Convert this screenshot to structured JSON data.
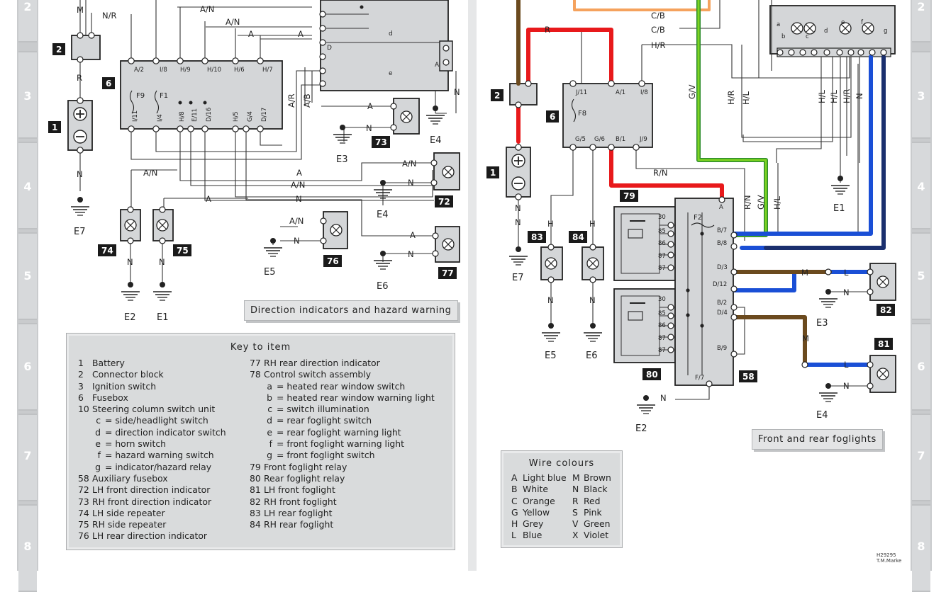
{
  "strips": {
    "rows": [
      "2",
      "3",
      "4",
      "5",
      "6",
      "7",
      "8"
    ]
  },
  "left_panel": {
    "title": "Direction indicators and hazard warning",
    "components": [
      {
        "id": "1",
        "label": "1"
      },
      {
        "id": "2",
        "label": "2"
      },
      {
        "id": "6",
        "label": "6"
      },
      {
        "id": "73",
        "label": "73"
      },
      {
        "id": "72",
        "label": "72"
      },
      {
        "id": "74",
        "label": "74"
      },
      {
        "id": "75",
        "label": "75"
      },
      {
        "id": "76",
        "label": "76"
      },
      {
        "id": "77",
        "label": "77"
      }
    ],
    "earths": [
      "E7",
      "E2",
      "E1",
      "E3",
      "E4",
      "E5",
      "E6",
      "E4"
    ],
    "wire_labels": [
      "N/R",
      "A/N",
      "A/N",
      "A",
      "A",
      "A/N",
      "A",
      "A/N",
      "A",
      "A/N",
      "A",
      "A/N",
      "A",
      "N",
      "N",
      "N",
      "N",
      "N",
      "N",
      "N",
      "N",
      "R",
      "M",
      "A/R",
      "A/B",
      "N"
    ],
    "fusebox_top_pins": [
      "A/2",
      "I/8",
      "H/9",
      "H/10",
      "H/6",
      "H/7"
    ],
    "fusebox_bottom_pins": [
      "I/11",
      "I/4",
      "H/8",
      "E/11",
      "D/16",
      "H/5",
      "G/4",
      "D/17"
    ],
    "fuses": [
      "F9",
      "F1"
    ],
    "switch_labels": [
      "D",
      "A",
      "e",
      "d"
    ]
  },
  "right_panel": {
    "title": "Front and rear foglights",
    "components": [
      {
        "id": "2",
        "label": "2"
      },
      {
        "id": "6",
        "label": "6"
      },
      {
        "id": "1",
        "label": "1"
      },
      {
        "id": "79",
        "label": "79"
      },
      {
        "id": "83",
        "label": "83"
      },
      {
        "id": "84",
        "label": "84"
      },
      {
        "id": "80",
        "label": "80"
      },
      {
        "id": "58",
        "label": "58"
      },
      {
        "id": "81",
        "label": "81"
      },
      {
        "id": "82",
        "label": "82"
      }
    ],
    "earths": [
      "E7",
      "E5",
      "E6",
      "E2",
      "E1",
      "E3",
      "E4"
    ],
    "wire_labels": [
      "C/B",
      "C/B",
      "H/R",
      "R",
      "R/N",
      "R/N",
      "H/R",
      "H/L",
      "H/L",
      "H/L",
      "H/R",
      "N",
      "N",
      "H",
      "H",
      "N",
      "N",
      "N",
      "N",
      "N",
      "N",
      "L",
      "L",
      "M",
      "M",
      "G/V",
      "G/V",
      "H/L"
    ],
    "fusebox_pins": [
      "J/11",
      "A/1",
      "I/8",
      "G/5",
      "G/6",
      "B/1",
      "J/9"
    ],
    "fuse": "F8",
    "aux_fuse": "F2",
    "aux_pins": [
      "A",
      "B/7",
      "B/8",
      "D/3",
      "D/12",
      "B/2",
      "D/4",
      "B/9",
      "F/7"
    ],
    "relay_pins": [
      "30",
      "85",
      "86",
      "87",
      "87"
    ],
    "switch_letters": [
      "a",
      "b",
      "c",
      "d",
      "e",
      "f",
      "g"
    ]
  },
  "key": {
    "title": "Key to item",
    "col1": [
      {
        "num": "1",
        "text": "Battery"
      },
      {
        "num": "2",
        "text": "Connector block"
      },
      {
        "num": "3",
        "text": "Ignition switch"
      },
      {
        "num": "6",
        "text": "Fusebox"
      },
      {
        "num": "10",
        "text": "Steering column switch unit"
      },
      {
        "num": "c",
        "text": "=  side/headlight switch",
        "sub": true
      },
      {
        "num": "d",
        "text": "=  direction indicator switch",
        "sub": true
      },
      {
        "num": "e",
        "text": "=  horn switch",
        "sub": true
      },
      {
        "num": "f",
        "text": "=  hazard warning switch",
        "sub": true
      },
      {
        "num": "g",
        "text": "=  indicator/hazard relay",
        "sub": true
      },
      {
        "num": "58",
        "text": "Auxiliary fusebox"
      },
      {
        "num": "72",
        "text": "LH front direction indicator"
      },
      {
        "num": "73",
        "text": "RH front direction indicator"
      },
      {
        "num": "74",
        "text": "LH side repeater"
      },
      {
        "num": "75",
        "text": "RH side repeater"
      },
      {
        "num": "76",
        "text": "LH rear direction indicator"
      }
    ],
    "col2": [
      {
        "num": "77",
        "text": "RH rear direction indicator"
      },
      {
        "num": "78",
        "text": "Control switch assembly"
      },
      {
        "num": "a",
        "text": "= heated rear window switch",
        "sub": true
      },
      {
        "num": "b",
        "text": "= heated rear window warning light",
        "sub": true
      },
      {
        "num": "c",
        "text": "= switch illumination",
        "sub": true
      },
      {
        "num": "d",
        "text": "= rear foglight switch",
        "sub": true
      },
      {
        "num": "e",
        "text": "= rear foglight warning light",
        "sub": true
      },
      {
        "num": "f",
        "text": "= front foglight warning light",
        "sub": true
      },
      {
        "num": "g",
        "text": "= front foglight switch",
        "sub": true
      },
      {
        "num": "79",
        "text": "Front foglight relay"
      },
      {
        "num": "80",
        "text": "Rear foglight relay"
      },
      {
        "num": "81",
        "text": "LH front foglight"
      },
      {
        "num": "82",
        "text": "RH front foglight"
      },
      {
        "num": "83",
        "text": "LH rear foglight"
      },
      {
        "num": "84",
        "text": "RH rear foglight"
      }
    ]
  },
  "wire_colours": {
    "title": "Wire colours",
    "col1": [
      {
        "code": "A",
        "name": "Light blue"
      },
      {
        "code": "B",
        "name": "White"
      },
      {
        "code": "C",
        "name": "Orange"
      },
      {
        "code": "G",
        "name": "Yellow"
      },
      {
        "code": "H",
        "name": "Grey"
      },
      {
        "code": "L",
        "name": "Blue"
      }
    ],
    "col2": [
      {
        "code": "M",
        "name": "Brown"
      },
      {
        "code": "N",
        "name": "Black"
      },
      {
        "code": "R",
        "name": "Red"
      },
      {
        "code": "S",
        "name": "Pink"
      },
      {
        "code": "V",
        "name": "Green"
      },
      {
        "code": "X",
        "name": "Violet"
      }
    ]
  },
  "credit": {
    "code": "H29295",
    "author": "T.M.Marke"
  },
  "highlight_colors": {
    "red": "#e8191b",
    "green": "#7ed321",
    "blue": "#1a4fd6",
    "navy": "#1a2f6e",
    "brown": "#6b4a1e",
    "orange": "#f5a25d"
  }
}
